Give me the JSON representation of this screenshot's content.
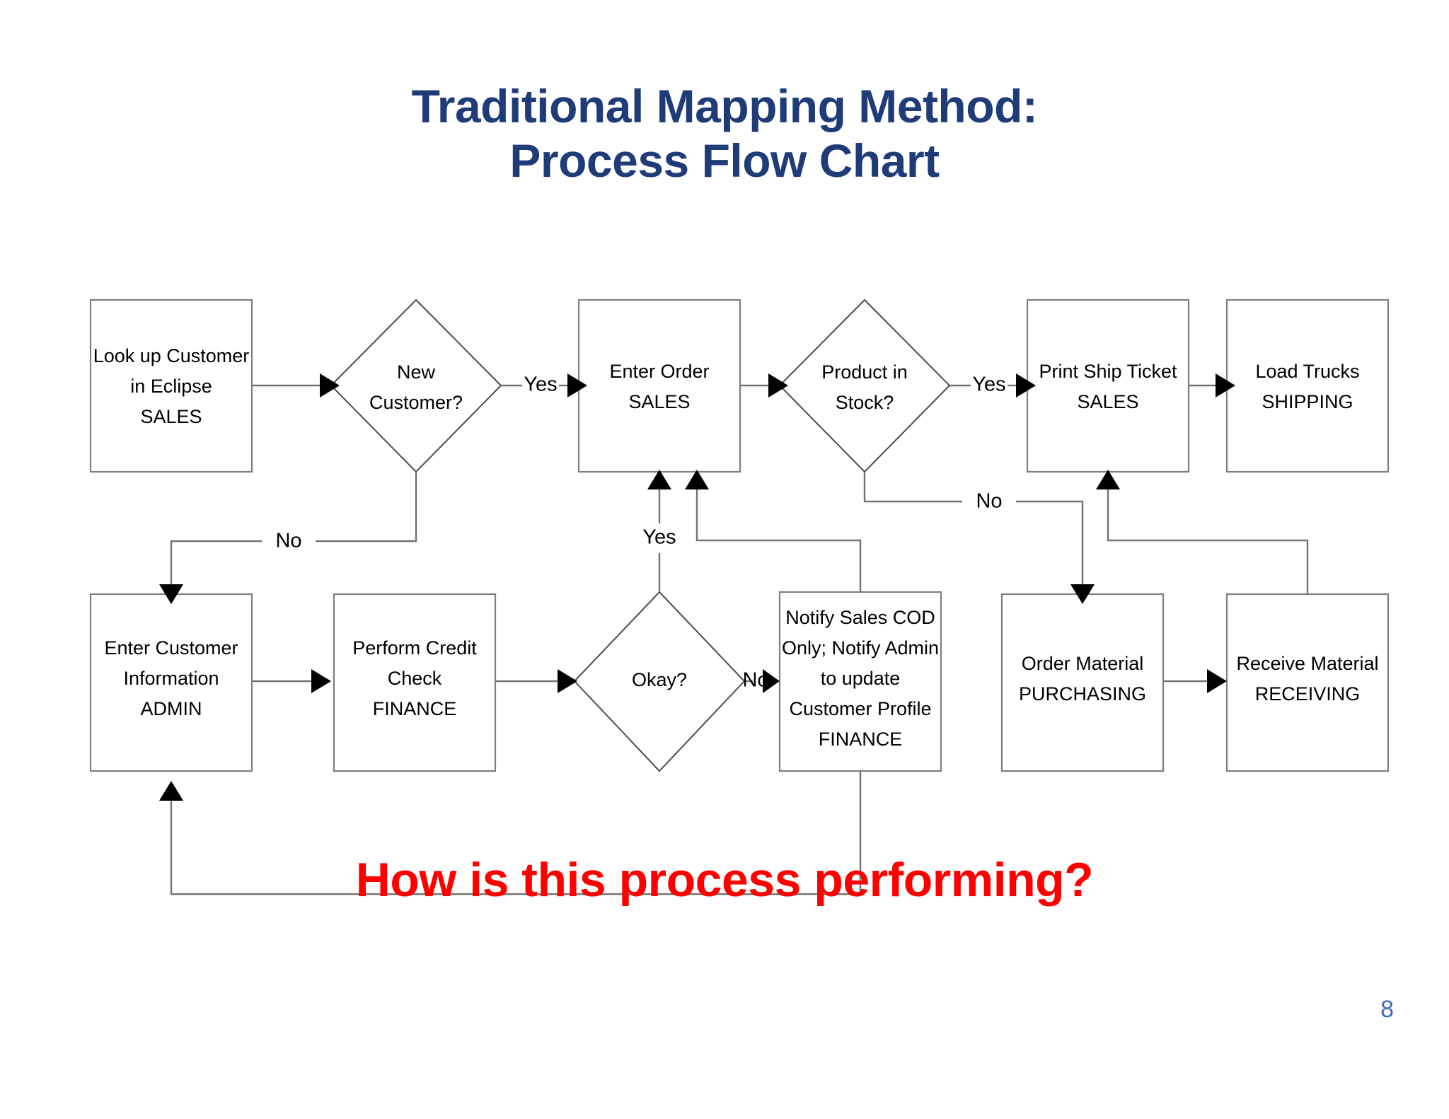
{
  "slide": {
    "title": "Traditional Mapping Method:\nProcess Flow Chart",
    "title_color": "#1F3C78",
    "closing_question": "How is this process performing?",
    "closing_color": "#FF0000",
    "page_number": "8",
    "page_number_color": "#3D6BC0",
    "background": "#FFFFFF"
  },
  "chart_data": {
    "type": "diagram",
    "diagram_type": "process-flow-chart",
    "title": "Traditional Mapping Method: Process Flow Chart",
    "nodes": [
      {
        "id": "lookup_customer",
        "shape": "process",
        "text": "Look up Customer\nin Eclipse\nSALES",
        "lines": [
          "Look up Customer",
          "in Eclipse",
          "SALES"
        ],
        "department": "SALES",
        "row": 1,
        "col": 1
      },
      {
        "id": "new_customer",
        "shape": "decision",
        "text": "New\nCustomer?",
        "lines": [
          "New",
          "Customer?"
        ],
        "department": "",
        "row": 1,
        "col": 2
      },
      {
        "id": "enter_order",
        "shape": "process",
        "text": "Enter Order\nSALES",
        "lines": [
          "Enter Order",
          "SALES"
        ],
        "department": "SALES",
        "row": 1,
        "col": 3
      },
      {
        "id": "product_in_stock",
        "shape": "decision",
        "text": "Product in\nStock?",
        "lines": [
          "Product in",
          "Stock?"
        ],
        "department": "",
        "row": 1,
        "col": 4
      },
      {
        "id": "print_ship_ticket",
        "shape": "process",
        "text": "Print Ship Ticket\nSALES",
        "lines": [
          "Print Ship Ticket",
          "SALES"
        ],
        "department": "SALES",
        "row": 1,
        "col": 5
      },
      {
        "id": "load_trucks",
        "shape": "process",
        "text": "Load Trucks\nSHIPPING",
        "lines": [
          "Load Trucks",
          "SHIPPING"
        ],
        "department": "SHIPPING",
        "row": 1,
        "col": 6
      },
      {
        "id": "enter_customer",
        "shape": "process",
        "text": "Enter Customer\nInformation\nADMIN",
        "lines": [
          "Enter Customer",
          "Information",
          "ADMIN"
        ],
        "department": "ADMIN",
        "row": 2,
        "col": 1
      },
      {
        "id": "credit_check",
        "shape": "process",
        "text": "Perform Credit\nCheck\nFINANCE",
        "lines": [
          "Perform Credit",
          "Check",
          "FINANCE"
        ],
        "department": "FINANCE",
        "row": 2,
        "col": 2
      },
      {
        "id": "okay",
        "shape": "decision",
        "text": "Okay?",
        "lines": [
          "Okay?"
        ],
        "department": "",
        "row": 2,
        "col": 3
      },
      {
        "id": "notify_sales_cod",
        "shape": "process",
        "text": "Notify Sales COD\nOnly; Notify Admin\nto update\nCustomer Profile\nFINANCE",
        "lines": [
          "Notify Sales COD",
          "Only; Notify Admin",
          "to update",
          "Customer Profile",
          "FINANCE"
        ],
        "department": "FINANCE",
        "row": 2,
        "col": 4
      },
      {
        "id": "order_material",
        "shape": "process",
        "text": "Order Material\nPURCHASING",
        "lines": [
          "Order Material",
          "PURCHASING"
        ],
        "department": "PURCHASING",
        "row": 2,
        "col": 5
      },
      {
        "id": "receive_material",
        "shape": "process",
        "text": "Receive Material\nRECEIVING",
        "lines": [
          "Receive Material",
          "RECEIVING"
        ],
        "department": "RECEIVING",
        "row": 2,
        "col": 6
      }
    ],
    "edges": [
      {
        "from": "lookup_customer",
        "to": "new_customer",
        "label": ""
      },
      {
        "from": "new_customer",
        "to": "enter_order",
        "label": "Yes"
      },
      {
        "from": "new_customer",
        "to": "enter_customer",
        "label": "No"
      },
      {
        "from": "enter_order",
        "to": "product_in_stock",
        "label": ""
      },
      {
        "from": "product_in_stock",
        "to": "print_ship_ticket",
        "label": "Yes"
      },
      {
        "from": "product_in_stock",
        "to": "order_material",
        "label": "No"
      },
      {
        "from": "print_ship_ticket",
        "to": "load_trucks",
        "label": ""
      },
      {
        "from": "enter_customer",
        "to": "credit_check",
        "label": ""
      },
      {
        "from": "credit_check",
        "to": "okay",
        "label": ""
      },
      {
        "from": "okay",
        "to": "enter_order",
        "label": "Yes"
      },
      {
        "from": "okay",
        "to": "notify_sales_cod",
        "label": "No"
      },
      {
        "from": "notify_sales_cod",
        "to": "enter_order",
        "label": ""
      },
      {
        "from": "notify_sales_cod",
        "to": "enter_customer",
        "label": ""
      },
      {
        "from": "order_material",
        "to": "receive_material",
        "label": ""
      },
      {
        "from": "receive_material",
        "to": "print_ship_ticket",
        "label": ""
      }
    ],
    "edge_labels": [
      "Yes",
      "No",
      "Yes",
      "No",
      "Yes",
      "No"
    ]
  }
}
